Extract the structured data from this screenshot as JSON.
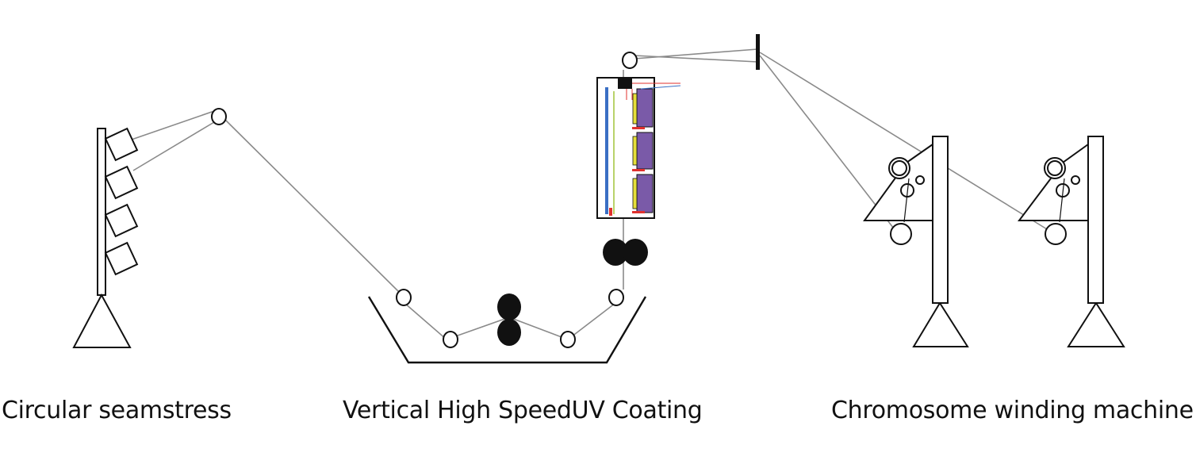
{
  "captions": {
    "creel": "Circular seamstress",
    "coating": "Vertical High SpeedUV Coating",
    "winder": "Chromosome winding machine"
  },
  "colors": {
    "line": "#111111",
    "thread": "#8a8a8a",
    "lamp_blue": "#3a6fc4",
    "lamp_green": "#b9d36a",
    "lamp_yellow": "#e6df3a",
    "lamp_purple": "#7a5aa8",
    "lamp_red": "#e0322e"
  }
}
